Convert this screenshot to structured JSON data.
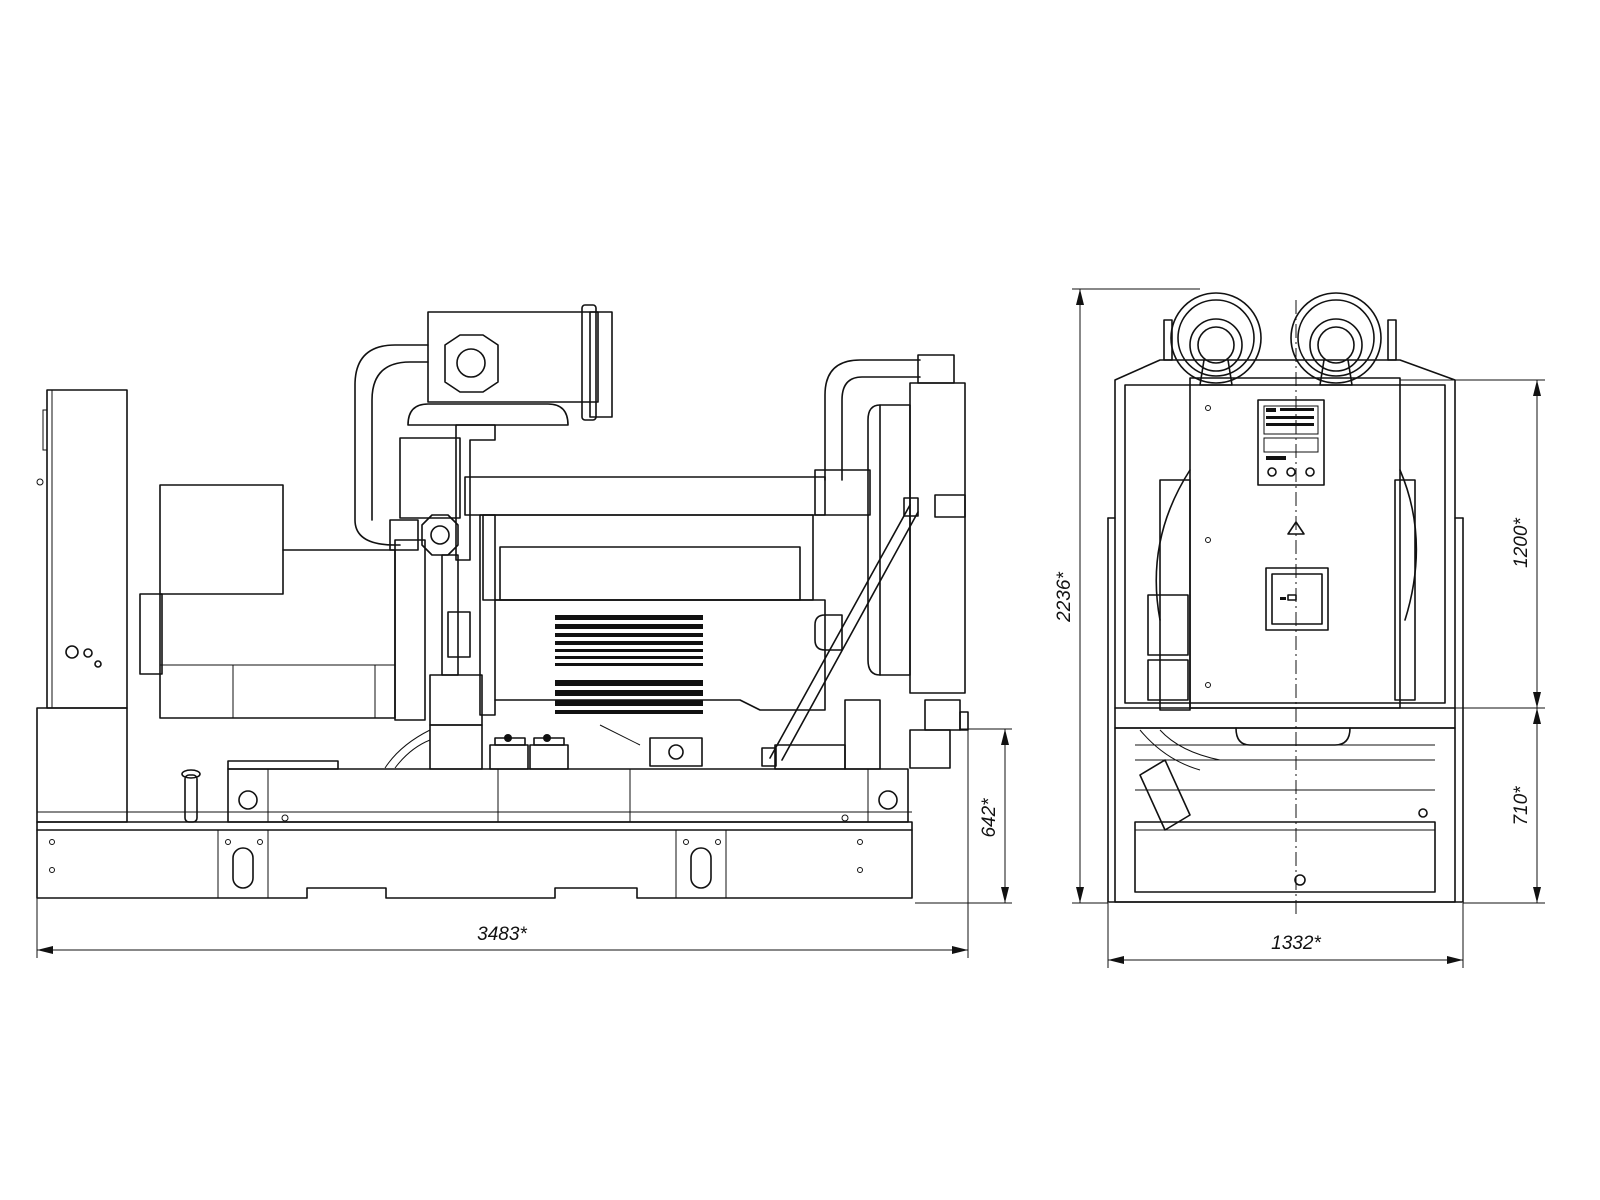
{
  "dimensions": {
    "side_length": "3483*",
    "side_frame_height": "642*",
    "front_total_height": "2236*",
    "front_width": "1332*",
    "front_upper_height": "1200*",
    "front_lower_height": "710*"
  }
}
